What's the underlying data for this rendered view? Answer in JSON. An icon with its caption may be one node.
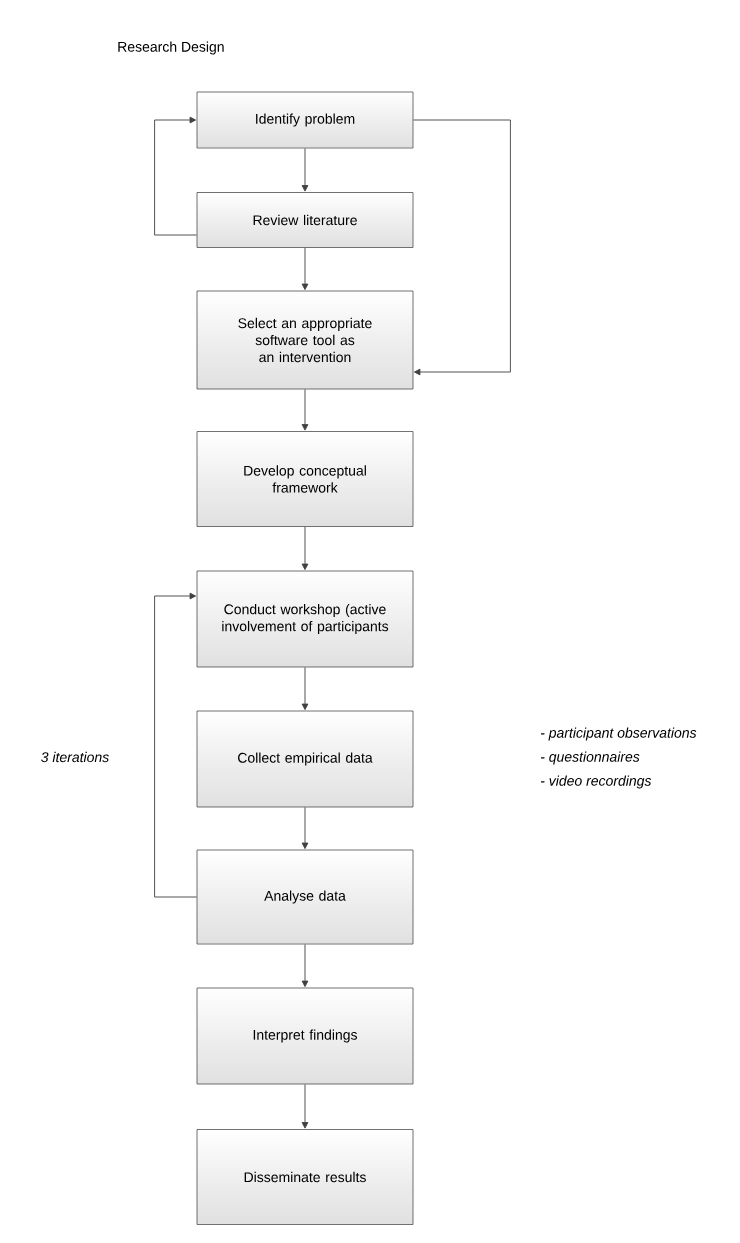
{
  "diagram": {
    "title": "Research Design",
    "nodes": [
      {
        "text": [
          "Identify problem"
        ]
      },
      {
        "text": [
          "Review literature"
        ]
      },
      {
        "text": [
          "Select an appropriate software tool as an intervention"
        ]
      },
      {
        "text": [
          "Develop conceptual framework"
        ]
      },
      {
        "text": [
          "Conduct workshop (active involvement of participants"
        ]
      },
      {
        "text": [
          "Collect empirical data"
        ],
        "beside": [
          "- participant observations",
          "- questionnaires",
          "- video recordings"
        ]
      },
      {
        "text": [
          "Analyse data"
        ]
      },
      {
        "text": [
          "Interpret findings"
        ]
      },
      {
        "text": [
          "Disseminate results"
        ]
      }
    ],
    "edges": [
      {
        "from": 0,
        "to": 1,
        "arrow": "to"
      },
      {
        "from": 1,
        "to": 0,
        "arrow": "to"
      },
      {
        "from": 0,
        "to": 2,
        "arrow": "to"
      },
      {
        "from": 1,
        "to": 2,
        "arrow": "to"
      },
      {
        "from": 2,
        "to": 3,
        "arrow": "to"
      },
      {
        "from": 3,
        "to": 4,
        "arrow": "to"
      },
      {
        "from": 4,
        "to": 5,
        "arrow": "to"
      },
      {
        "from": 5,
        "to": 6,
        "arrow": "to"
      },
      {
        "from": 6,
        "to": 4,
        "arrow": "to",
        "label": "3 iterations"
      },
      {
        "from": 6,
        "to": 7,
        "arrow": "to"
      },
      {
        "from": 7,
        "to": 8,
        "arrow": "to"
      }
    ]
  }
}
